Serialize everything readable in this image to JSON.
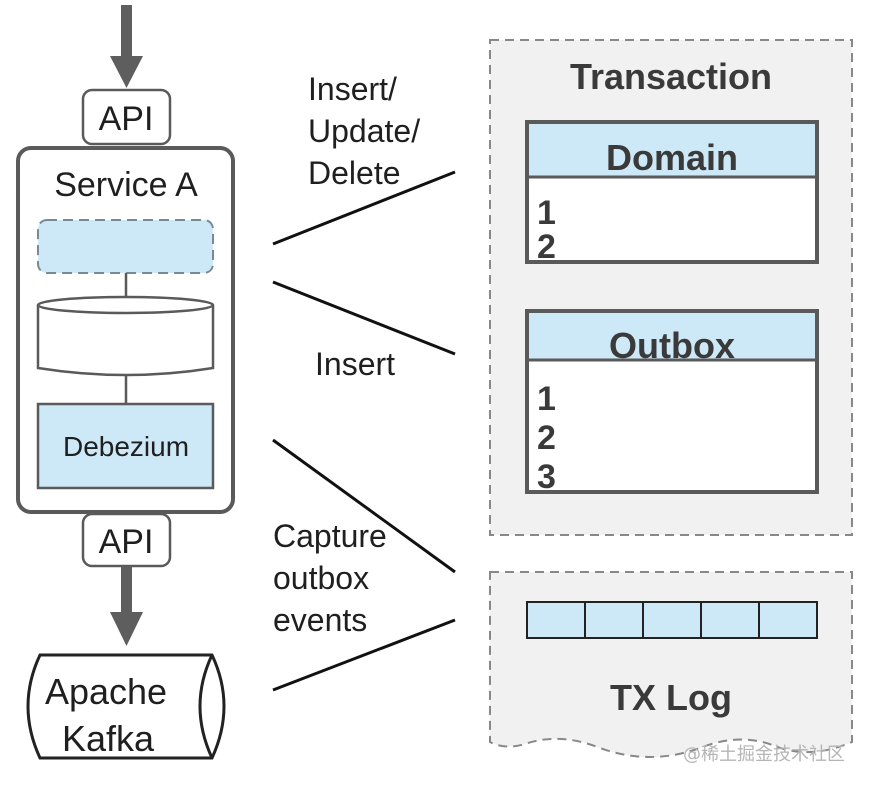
{
  "service": {
    "api_top": "API",
    "name": "Service A",
    "debezium": "Debezium",
    "api_bottom": "API"
  },
  "kafka": {
    "line1": "Apache",
    "line2": "Kafka"
  },
  "annotations": {
    "write": [
      "Insert/",
      "Update/",
      "Delete"
    ],
    "insert": "Insert",
    "capture": [
      "Capture",
      "outbox",
      "events"
    ]
  },
  "transaction": {
    "title": "Transaction",
    "domain_table": {
      "title": "Domain",
      "rows": [
        "1",
        "2"
      ]
    },
    "outbox_table": {
      "title": "Outbox",
      "rows": [
        "1",
        "2",
        "3"
      ]
    }
  },
  "txlog": {
    "title": "TX Log",
    "cells": 5
  },
  "watermark": "@稀土掘金技术社区",
  "colors": {
    "fill_blue": "#cde8f6",
    "stroke_gray": "#5a5a5a",
    "dash_box": "#f1f1f1",
    "arrow": "#5e5e5e"
  }
}
